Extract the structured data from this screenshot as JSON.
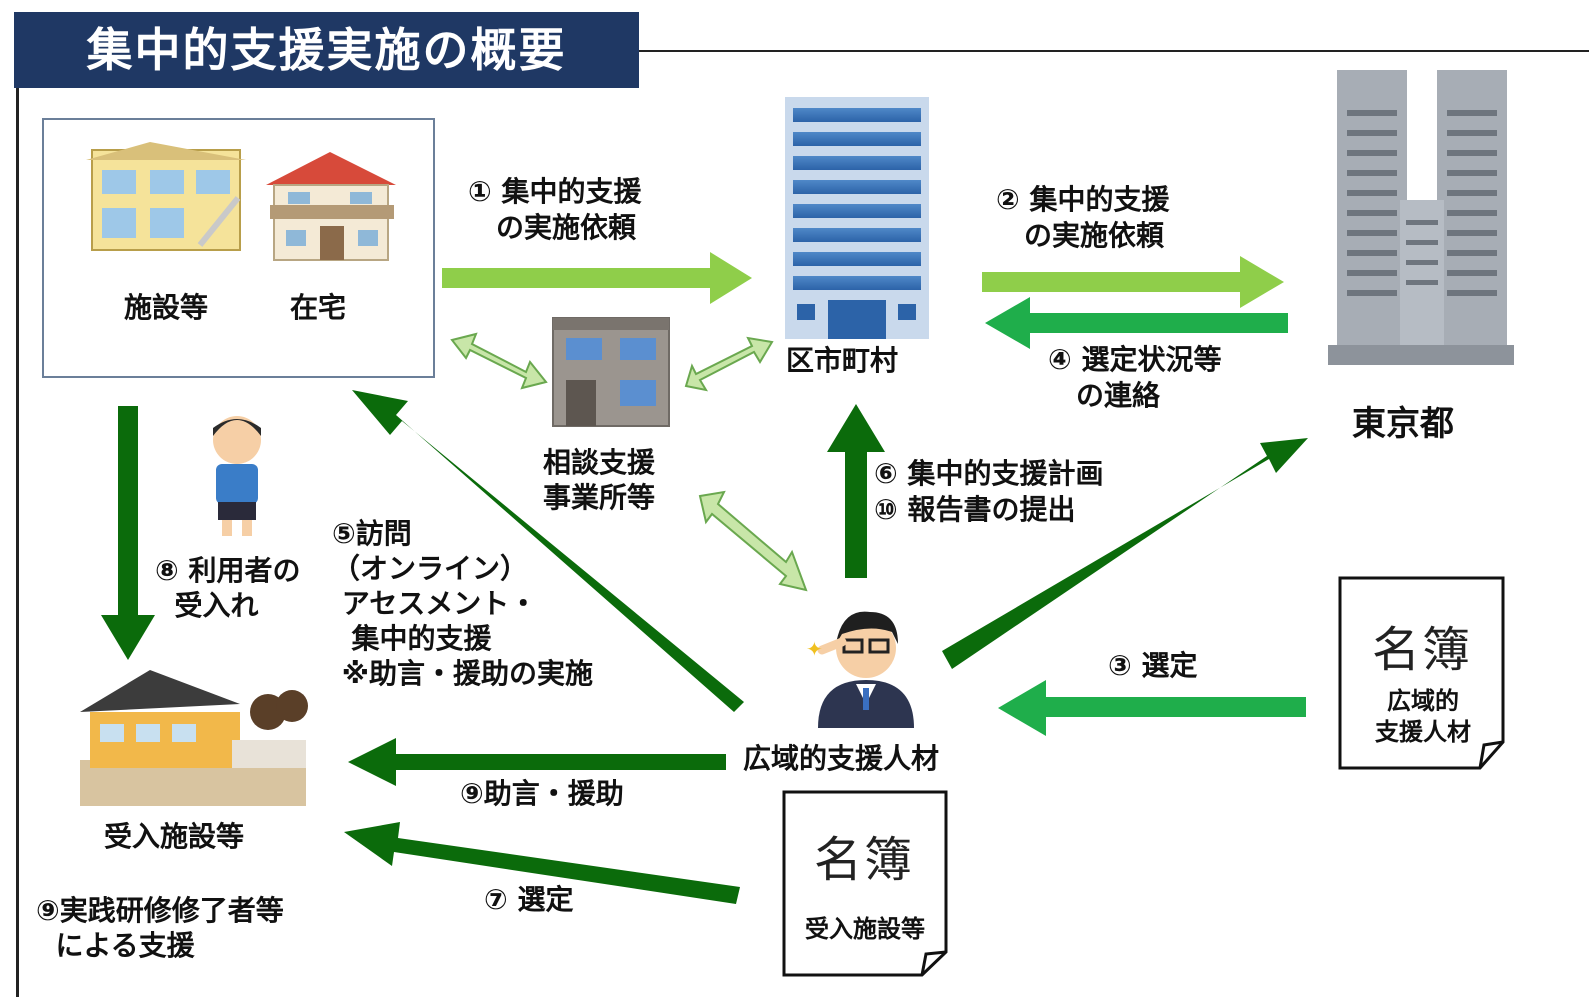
{
  "title": "集中的支援実施の概要",
  "nodes": {
    "facility": "施設等",
    "home": "在宅",
    "municipality": "区市町村",
    "tokyo": "東京都",
    "consult": "相談支援\n事業所等",
    "regional": "広域的支援人材",
    "receiving": "受入施設等"
  },
  "steps": {
    "s1": "① 集中的支援\n　の実施依頼",
    "s2": "② 集中的支援\n　の実施依頼",
    "s3": "③ 選定",
    "s4": "④ 選定状況等\n　の連絡",
    "s5": "⑤訪問\n（オンライン）\n アセスメント・\n  集中的支援\n ※助言・援助の実施",
    "s6": "⑥ 集中的支援計画",
    "s10": "⑩ 報告書の提出",
    "s7": "⑦ 選定",
    "s8": "⑧ 利用者の\n  受入れ",
    "s9": "⑨助言・援助",
    "s9b": "⑨実践研修修了者等\n  による支援"
  },
  "registers": {
    "heading": "名簿",
    "regional_list": "広域的\n支援人材",
    "receiving_list": "受入施設等"
  },
  "colors": {
    "title_bg": "#1f3864",
    "dark_green": "#0b6b0b",
    "medium_green": "#1fae4b",
    "light_green": "#8fce4a",
    "pale_green": "#c8e6a8",
    "box_border": "#6b7f99"
  }
}
